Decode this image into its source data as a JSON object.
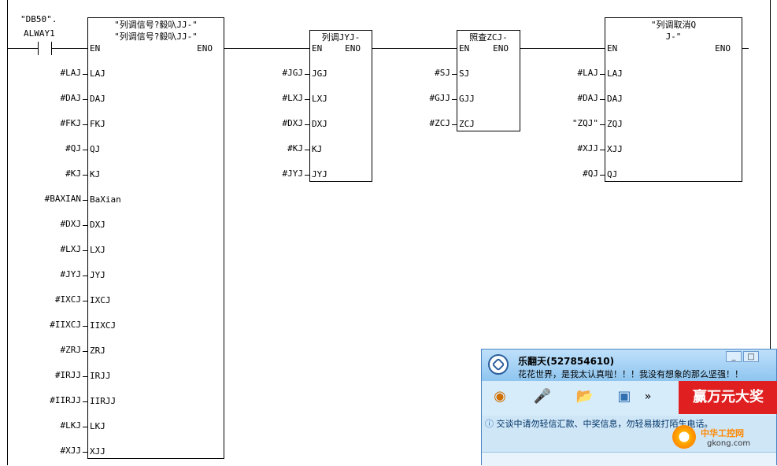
{
  "contact": {
    "db": "\"DB50\".",
    "always": "ALWAY1"
  },
  "blocks": [
    {
      "id": "b1",
      "title1": "\"列调信号?毅叺JJ-\"",
      "title2": "\"列调信号?毅叺JJ-\"",
      "en": "EN",
      "eno": "ENO",
      "pins": [
        {
          "pin": "LAJ",
          "ext": "#LAJ"
        },
        {
          "pin": "DAJ",
          "ext": "#DAJ"
        },
        {
          "pin": "FKJ",
          "ext": "#FKJ"
        },
        {
          "pin": "QJ",
          "ext": "#QJ"
        },
        {
          "pin": "KJ",
          "ext": "#KJ"
        },
        {
          "pin": "BaXian",
          "ext": "#BAXIAN"
        },
        {
          "pin": "DXJ",
          "ext": "#DXJ"
        },
        {
          "pin": "LXJ",
          "ext": "#LXJ"
        },
        {
          "pin": "JYJ",
          "ext": "#JYJ"
        },
        {
          "pin": "IXCJ",
          "ext": "#IXCJ"
        },
        {
          "pin": "IIXCJ",
          "ext": "#IIXCJ"
        },
        {
          "pin": "ZRJ",
          "ext": "#ZRJ"
        },
        {
          "pin": "IRJJ",
          "ext": "#IRJJ"
        },
        {
          "pin": "IIRJJ",
          "ext": "#IIRJJ"
        },
        {
          "pin": "LKJ",
          "ext": "#LKJ"
        },
        {
          "pin": "XJJ",
          "ext": "#XJJ"
        }
      ]
    },
    {
      "id": "b2",
      "title1": "列调JYJ-",
      "en": "EN",
      "eno": "ENO",
      "pins": [
        {
          "pin": "JGJ",
          "ext": "#JGJ"
        },
        {
          "pin": "LXJ",
          "ext": "#LXJ"
        },
        {
          "pin": "DXJ",
          "ext": "#DXJ"
        },
        {
          "pin": "KJ",
          "ext": "#KJ"
        },
        {
          "pin": "JYJ",
          "ext": "#JYJ"
        }
      ]
    },
    {
      "id": "b3",
      "title1": "照查ZCJ-",
      "en": "EN",
      "eno": "ENO",
      "pins": [
        {
          "pin": "SJ",
          "ext": "#SJ"
        },
        {
          "pin": "GJJ",
          "ext": "#GJJ"
        },
        {
          "pin": "ZCJ",
          "ext": "#ZCJ"
        }
      ]
    },
    {
      "id": "b4",
      "title1": "\"列调取消Q",
      "title2": "J-\"",
      "en": "EN",
      "eno": "ENO",
      "pins": [
        {
          "pin": "LAJ",
          "ext": "#LAJ"
        },
        {
          "pin": "DAJ",
          "ext": "#DAJ"
        },
        {
          "pin": "ZQJ",
          "ext": "\"ZQJ\""
        },
        {
          "pin": "XJJ",
          "ext": "#XJJ"
        },
        {
          "pin": "QJ",
          "ext": "#QJ"
        }
      ]
    }
  ],
  "chat": {
    "name": "乐翻天(527854610)",
    "status": "花花世界，是我太认真啦！！！我没有想象的那么坚强！！",
    "ad": "赢万元大奖",
    "notice": "交谈中请勿轻信汇款、中奖信息，勿轻易拨打陌生电话。",
    "win_min": "_",
    "win_max": "□",
    "watermark_text": "中华工控网",
    "watermark_url": "gkong.com"
  }
}
